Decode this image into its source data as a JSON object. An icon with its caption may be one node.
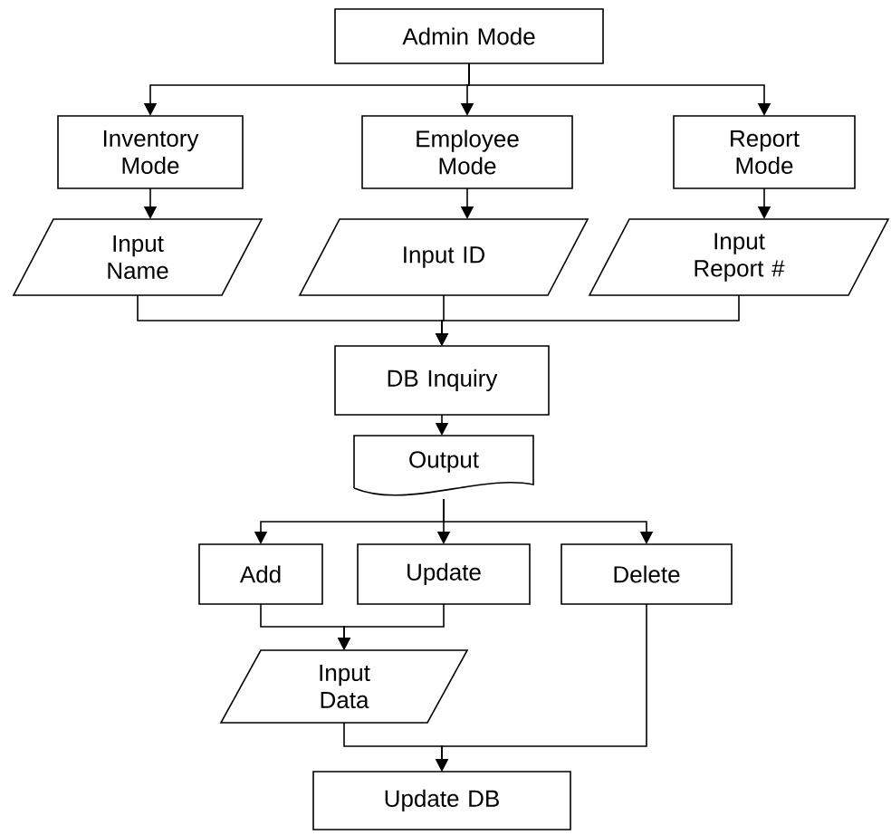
{
  "diagram": {
    "nodes": [
      {
        "text": [
          "Admin Mode"
        ]
      },
      {
        "text": [
          "Inventory Mode"
        ]
      },
      {
        "text": [
          "Employee Mode"
        ]
      },
      {
        "text": [
          "Report Mode"
        ]
      },
      {
        "text": [
          "Input Name"
        ]
      },
      {
        "text": [
          "Input ID"
        ]
      },
      {
        "text": [
          "Input Report #"
        ]
      },
      {
        "text": [
          "DB Inquiry"
        ]
      },
      {
        "text": [
          "Output"
        ]
      },
      {
        "text": [
          "Add"
        ]
      },
      {
        "text": [
          "Update"
        ]
      },
      {
        "text": [
          "Delete"
        ]
      },
      {
        "text": [
          "Input Data"
        ]
      },
      {
        "text": [
          "Update DB"
        ]
      }
    ],
    "edges": [
      {
        "from": 0,
        "to": 1,
        "arrow": "to"
      },
      {
        "from": 0,
        "to": 2,
        "arrow": "to"
      },
      {
        "from": 0,
        "to": 3,
        "arrow": "to"
      },
      {
        "from": 1,
        "to": 4,
        "arrow": "to"
      },
      {
        "from": 2,
        "to": 5,
        "arrow": "to"
      },
      {
        "from": 3,
        "to": 6,
        "arrow": "to"
      },
      {
        "from": 4,
        "to": 7,
        "arrow": "to"
      },
      {
        "from": 5,
        "to": 7,
        "arrow": "to"
      },
      {
        "from": 6,
        "to": 7,
        "arrow": "to"
      },
      {
        "from": 7,
        "to": 8,
        "arrow": "to"
      },
      {
        "from": 8,
        "to": 9,
        "arrow": "to"
      },
      {
        "from": 8,
        "to": 10,
        "arrow": "to"
      },
      {
        "from": 8,
        "to": 11,
        "arrow": "to"
      },
      {
        "from": 9,
        "to": 12,
        "arrow": "to"
      },
      {
        "from": 10,
        "to": 12,
        "arrow": "to"
      },
      {
        "from": 12,
        "to": 13,
        "arrow": "to"
      },
      {
        "from": 11,
        "to": 13,
        "arrow": "to"
      }
    ]
  }
}
